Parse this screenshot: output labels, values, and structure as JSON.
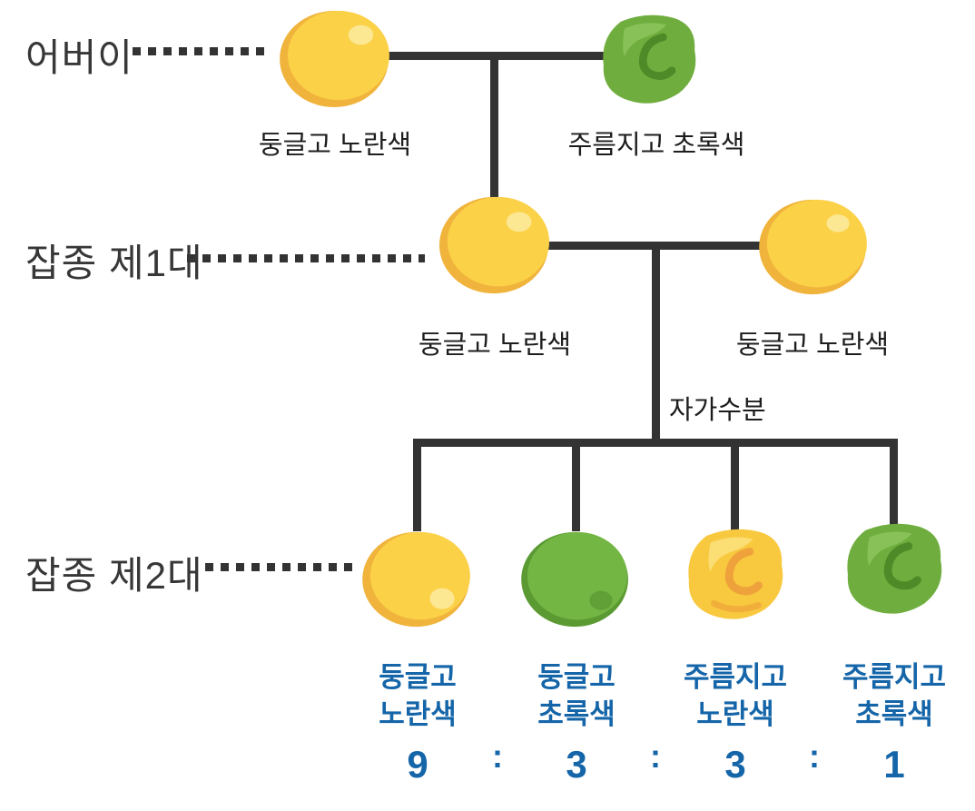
{
  "generations": {
    "parent": {
      "label": "어버이"
    },
    "f1": {
      "label": "잡종 제1대"
    },
    "f2": {
      "label": "잡종 제2대"
    }
  },
  "parents": {
    "left": {
      "caption": "둥글고 노란색",
      "pea": "round-yellow"
    },
    "right": {
      "caption": "주름지고 초록색",
      "pea": "wrinkled-green"
    }
  },
  "f1": {
    "left": {
      "caption": "둥글고 노란색",
      "pea": "round-yellow"
    },
    "right": {
      "caption": "둥글고 노란색",
      "pea": "round-yellow"
    },
    "self_pollination": "자가수분"
  },
  "f2": {
    "separator": ":",
    "phenotypes": [
      {
        "line1": "둥글고",
        "line2": "노란색",
        "ratio": "9",
        "pea": "round-yellow"
      },
      {
        "line1": "둥글고",
        "line2": "초록색",
        "ratio": "3",
        "pea": "round-green"
      },
      {
        "line1": "주름지고",
        "line2": "노란색",
        "ratio": "3",
        "pea": "wrinkled-yellow"
      },
      {
        "line1": "주름지고",
        "line2": "초록색",
        "ratio": "1",
        "pea": "wrinkled-green"
      }
    ]
  },
  "colors": {
    "line_dark": "#333333",
    "accent_blue": "#1565A9",
    "pea_yellow": "#FBD148",
    "pea_yellow_shade": "#F0B43C",
    "pea_yellow_highlight": "#FCE793",
    "pea_green": "#74B644",
    "pea_green_shade": "#5B9A33",
    "wrinkle_green_stroke": "#4F8A28",
    "wrinkle_yellow_stroke": "#EFA23B"
  }
}
